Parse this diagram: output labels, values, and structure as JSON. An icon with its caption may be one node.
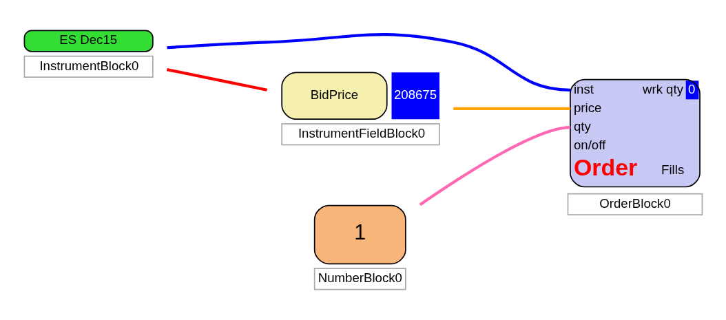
{
  "diagram": {
    "nodes": [
      {
        "text": [
          "ES Dec15",
          "InstrumentBlock0"
        ]
      },
      {
        "text": [
          "BidPrice",
          "208675",
          "InstrumentFieldBlock0"
        ]
      },
      {
        "text": [
          "1",
          "NumberBlock0"
        ]
      },
      {
        "text": [
          "inst",
          "wrk qty",
          "0",
          "price",
          "qty",
          "on/off",
          "Order",
          "Fills",
          "OrderBlock0"
        ]
      }
    ],
    "edges": [
      {
        "from": 0,
        "to": 1,
        "arrow": "none",
        "color": "#ff0000"
      },
      {
        "from": 0,
        "to": 3,
        "arrow": "none",
        "color": "#0000ff"
      },
      {
        "from": 1,
        "to": 3,
        "arrow": "none",
        "color": "#ffa500"
      },
      {
        "from": 2,
        "to": 3,
        "arrow": "none",
        "color": "#ff69b4"
      }
    ]
  }
}
